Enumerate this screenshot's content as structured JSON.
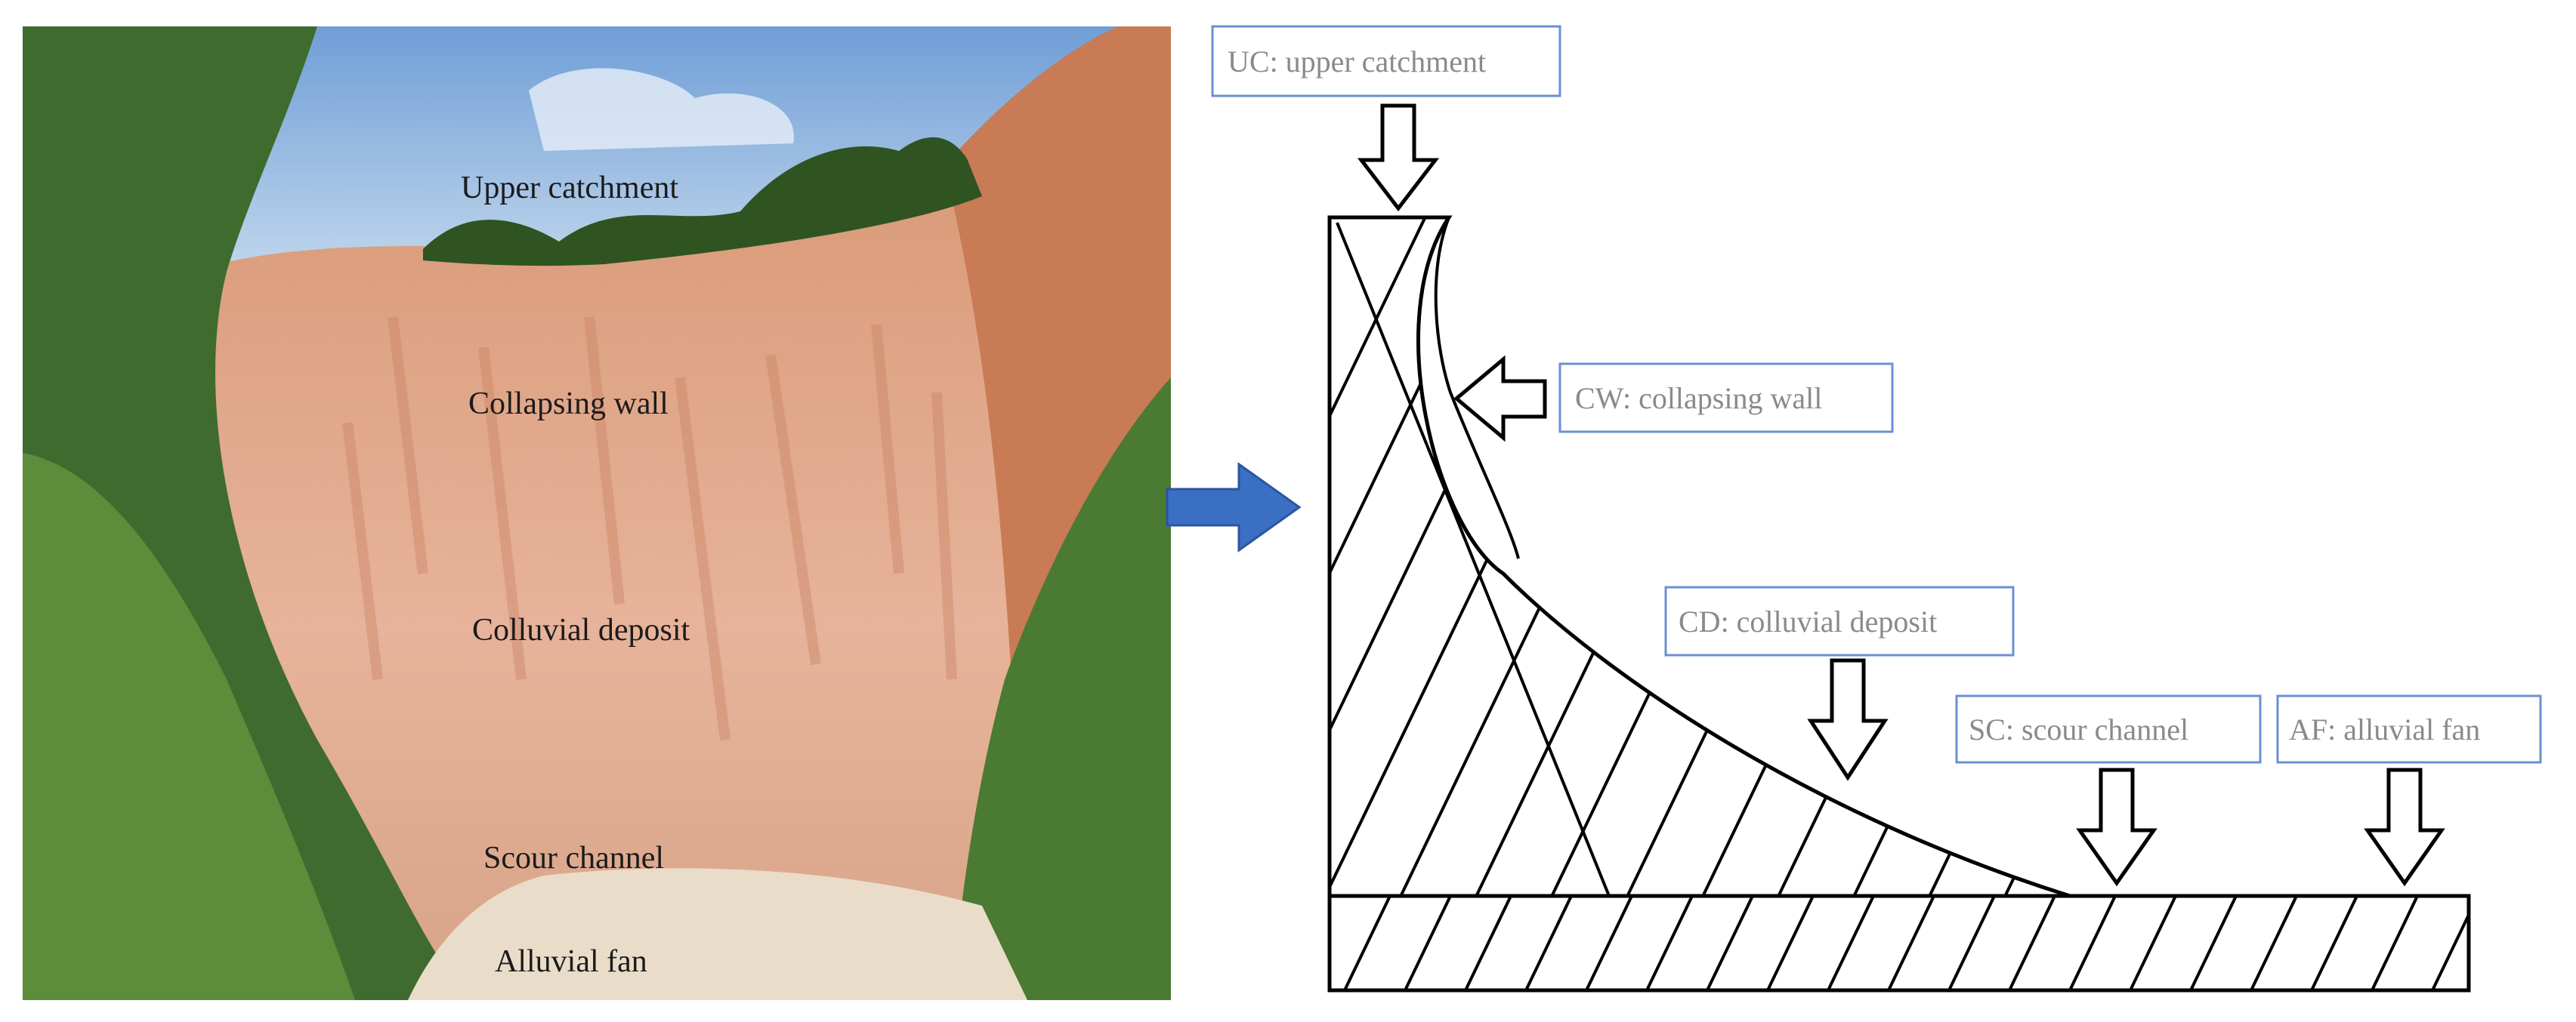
{
  "photo": {
    "labels": {
      "upper_catchment": "Upper catchment",
      "collapsing_wall": "Collapsing wall",
      "colluvial_deposit": "Colluvial deposit",
      "scour_channel": "Scour channel",
      "alluvial_fan": "Alluvial fan"
    }
  },
  "diagram": {
    "labels": {
      "uc": "UC: upper catchment",
      "cw": "CW: collapsing wall",
      "cd": "CD: colluvial deposit",
      "sc": "SC: scour channel",
      "af": "AF: alluvial fan"
    }
  },
  "colors": {
    "arrow_blue": "#3a6fc4",
    "label_box_border": "#6b8fd6",
    "label_text": "#8a8a8a",
    "line": "#000000"
  }
}
